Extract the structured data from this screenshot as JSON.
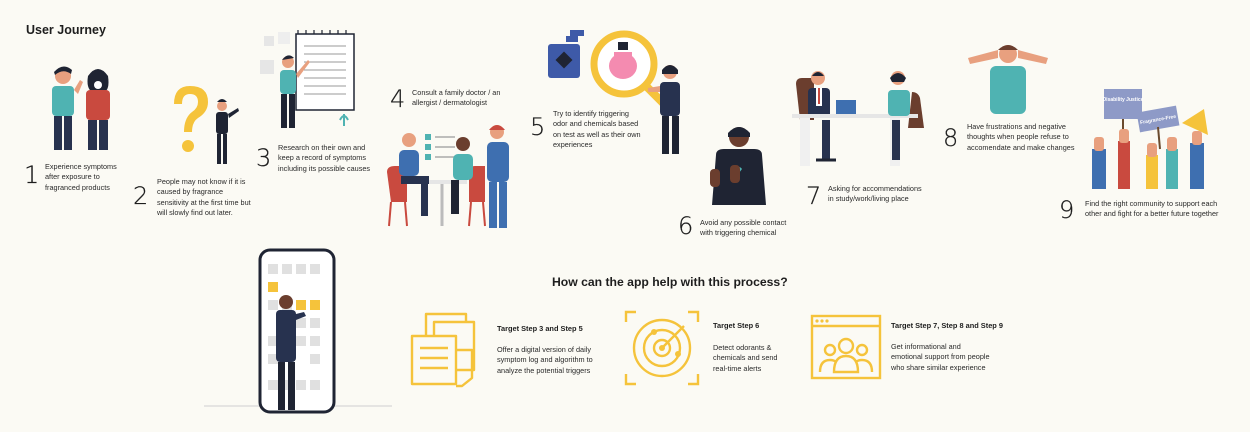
{
  "title": "User Journey",
  "colors": {
    "accent": "#f5c33b",
    "teal": "#4fb3b2",
    "navy": "#27324f",
    "red": "#c94a3f"
  },
  "steps": [
    {
      "number": "1",
      "text": "Experience symptoms after exposure to fragranced products"
    },
    {
      "number": "2",
      "text": "People may not know if it is caused by fragrance sensitivity at the first time but will slowly find out later."
    },
    {
      "number": "3",
      "text": "Research on their own and keep a record of symptoms including its possible causes"
    },
    {
      "number": "4",
      "text": "Consult a family doctor / an allergist / dermatologist"
    },
    {
      "number": "5",
      "text": "Try to identify triggering odor and chemicals based on test as well as their own experiences"
    },
    {
      "number": "6",
      "text": "Avoid any possible contact with triggering chemical"
    },
    {
      "number": "7",
      "text": "Asking for accommendations in study/work/living place"
    },
    {
      "number": "8",
      "text": "Have frustrations and negative thoughts when people refuse to accomendate and make changes"
    },
    {
      "number": "9",
      "text": "Find the right community to support each other and fight for a better future together"
    }
  ],
  "signs": {
    "sign1": "Disability Justice",
    "sign2": "Fragrance-Free"
  },
  "app_section": {
    "heading": "How can the app help with this process?",
    "features": [
      {
        "icon": "log-documents-icon",
        "title": "Target Step 3 and Step 5",
        "text": "Offer a digital version of daily symptom log and algorithm to analyze the potential triggers"
      },
      {
        "icon": "radar-icon",
        "title": "Target Step 6",
        "text": "Detect odorants & chemicals and send real-time alerts"
      },
      {
        "icon": "community-icon",
        "title": "Target Step 7, Step 8 and Step 9",
        "text": "Get informational and emotional support from people who share similar experience"
      }
    ]
  }
}
